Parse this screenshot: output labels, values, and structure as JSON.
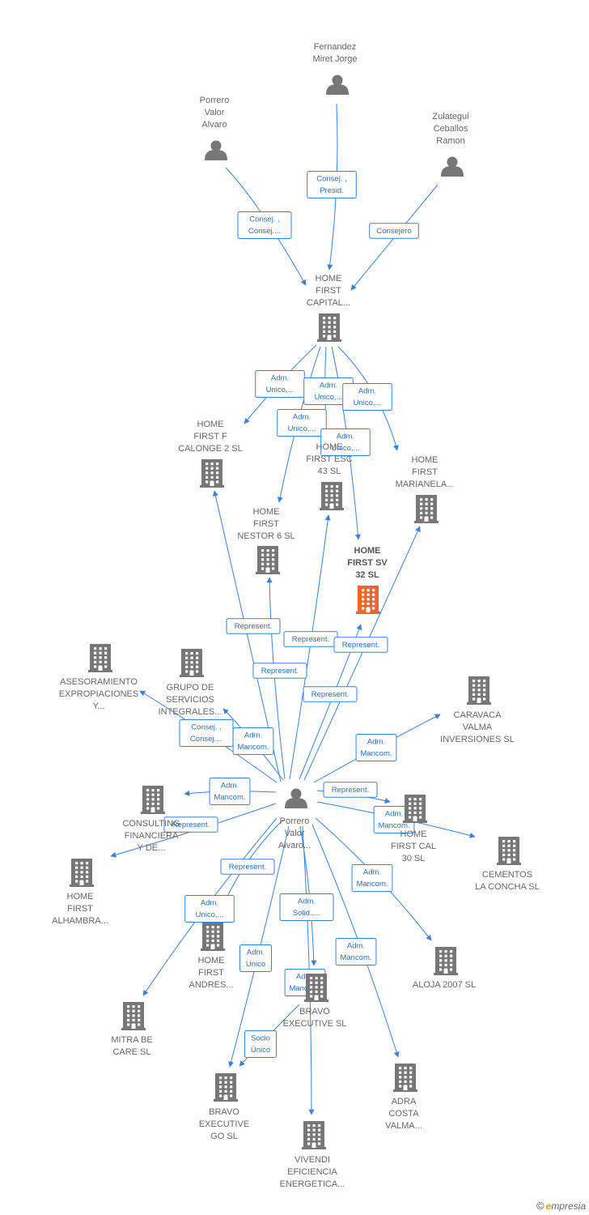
{
  "colors": {
    "edge": "#3b82d6",
    "node": "#777777",
    "focus": "#f0642d"
  },
  "nodes": [
    {
      "id": "fernandez",
      "kind": "person",
      "lines": [
        "Fernandez",
        "Miret Jorge"
      ]
    },
    {
      "id": "porrero_top",
      "kind": "person",
      "lines": [
        "Porrero",
        "Valor",
        "Alvaro"
      ]
    },
    {
      "id": "zulategui",
      "kind": "person",
      "lines": [
        "Zulategui",
        "Ceballos",
        "Ramon"
      ]
    },
    {
      "id": "capital",
      "kind": "company",
      "lines": [
        "HOME",
        "FIRST",
        "CAPITAL..."
      ]
    },
    {
      "id": "calonge",
      "kind": "company",
      "lines": [
        "HOME",
        "FIRST F",
        "CALONGE 2  SL"
      ]
    },
    {
      "id": "esc43",
      "kind": "company",
      "lines": [
        "HOME",
        "FIRST ESC",
        "43  SL"
      ]
    },
    {
      "id": "marianela",
      "kind": "company",
      "lines": [
        "HOME",
        "FIRST",
        "MARIANELA..."
      ]
    },
    {
      "id": "nestor",
      "kind": "company",
      "lines": [
        "HOME",
        "FIRST",
        "NESTOR 6  SL"
      ]
    },
    {
      "id": "sv32",
      "kind": "focus",
      "lines": [
        "HOME",
        "FIRST SV",
        "32  SL"
      ]
    },
    {
      "id": "asesoramiento",
      "kind": "company",
      "lines": [
        "ASESORAMIENTO",
        "EXPROPIACIONES",
        "Y..."
      ]
    },
    {
      "id": "grupo",
      "kind": "company",
      "lines": [
        "GRUPO DE",
        "SERVICIOS",
        "INTEGRALES..."
      ]
    },
    {
      "id": "caravaca",
      "kind": "company",
      "lines": [
        "CARAVACA",
        "VALMA",
        "INVERSIONES SL"
      ]
    },
    {
      "id": "porrero_main",
      "kind": "person",
      "lines": [
        "Porrero",
        "Valor",
        "Alvaro..."
      ]
    },
    {
      "id": "consult",
      "kind": "company",
      "lines": [
        "CONSULTING",
        "FINANCIERA",
        "Y DE..."
      ]
    },
    {
      "id": "cal30",
      "kind": "company",
      "lines": [
        "HOME",
        "FIRST CAL",
        "30  SL"
      ]
    },
    {
      "id": "cementos",
      "kind": "company",
      "lines": [
        "CEMENTOS",
        "LA CONCHA SL"
      ]
    },
    {
      "id": "alhambra",
      "kind": "company",
      "lines": [
        "HOME",
        "FIRST",
        "ALHAMBRA..."
      ]
    },
    {
      "id": "andres",
      "kind": "company",
      "lines": [
        "HOME",
        "FIRST",
        "ANDRES..."
      ]
    },
    {
      "id": "aloja",
      "kind": "company",
      "lines": [
        "ALOJA 2007 SL"
      ]
    },
    {
      "id": "bravo_exec",
      "kind": "company",
      "lines": [
        "BRAVO",
        "EXECUTIVE SL"
      ]
    },
    {
      "id": "mitra",
      "kind": "company",
      "lines": [
        "MITRA BE",
        "CARE  SL"
      ]
    },
    {
      "id": "bravo_go",
      "kind": "company",
      "lines": [
        "BRAVO",
        "EXECUTIVE",
        "GO  SL"
      ]
    },
    {
      "id": "adra",
      "kind": "company",
      "lines": [
        "ADRA",
        "COSTA",
        "VALMA..."
      ]
    },
    {
      "id": "vivendi",
      "kind": "company",
      "lines": [
        "VIVENDI",
        "EFICIENCIA",
        "ENERGETICA..."
      ]
    }
  ],
  "edges": [
    {
      "from": "fernandez",
      "to": "capital",
      "lines": [
        "Consej. ,",
        "Presid."
      ]
    },
    {
      "from": "porrero_top",
      "to": "capital",
      "lines": [
        "Consej. ,",
        "Consej...."
      ]
    },
    {
      "from": "zulategui",
      "to": "capital",
      "lines": [
        "Consejero"
      ]
    },
    {
      "from": "capital",
      "to": "calonge",
      "lines": [
        "Adm.",
        "Unico,..."
      ]
    },
    {
      "from": "capital",
      "to": "esc43",
      "lines": [
        "Adm.",
        "Unico,..."
      ]
    },
    {
      "from": "capital",
      "to": "marianela",
      "lines": [
        "Adm.",
        "Unico,..."
      ]
    },
    {
      "from": "capital",
      "to": "nestor",
      "lines": [
        "Adm.",
        "Unico,..."
      ]
    },
    {
      "from": "capital",
      "to": "sv32",
      "lines": [
        "Adm.",
        "Unico,..."
      ]
    },
    {
      "from": "porrero_main",
      "to": "calonge",
      "lines": [
        "Represent."
      ]
    },
    {
      "from": "porrero_main",
      "to": "esc43",
      "lines": [
        "Represent."
      ]
    },
    {
      "from": "porrero_main",
      "to": "sv32",
      "lines": [
        "Represent."
      ]
    },
    {
      "from": "porrero_main",
      "to": "nestor",
      "lines": [
        "Represent."
      ]
    },
    {
      "from": "porrero_main",
      "to": "marianela",
      "lines": [
        "Represent."
      ]
    },
    {
      "from": "porrero_main",
      "to": "asesoramiento",
      "lines": [
        "Consej. ,",
        "Consej...."
      ]
    },
    {
      "from": "porrero_main",
      "to": "grupo",
      "lines": [
        "Adm.",
        "Mancom."
      ]
    },
    {
      "from": "porrero_main",
      "to": "caravaca",
      "lines": [
        "Adm.",
        "Mancom."
      ]
    },
    {
      "from": "porrero_main",
      "to": "consult",
      "lines": [
        "Adm.",
        "Mancom."
      ]
    },
    {
      "from": "porrero_main",
      "to": "cal30",
      "lines": [
        "Represent."
      ]
    },
    {
      "from": "porrero_main",
      "to": "cementos",
      "lines": [
        "Adm.",
        "Mancom."
      ]
    },
    {
      "from": "porrero_main",
      "to": "alhambra",
      "lines": [
        "Represent."
      ]
    },
    {
      "from": "porrero_main",
      "to": "aloja",
      "lines": [
        "Adm.",
        "Mancom."
      ]
    },
    {
      "from": "porrero_main",
      "to": "andres",
      "lines": [
        "Represent."
      ]
    },
    {
      "from": "porrero_main",
      "to": "mitra",
      "lines": [
        "Adm.",
        "Unico,..."
      ]
    },
    {
      "from": "porrero_main",
      "to": "bravo_exec",
      "lines": [
        "Adm.",
        "Solid.,..."
      ]
    },
    {
      "from": "porrero_main",
      "to": "bravo_go",
      "lines": [
        "Adm.",
        "Unico"
      ]
    },
    {
      "from": "porrero_main",
      "to": "vivendi",
      "lines": [
        "Adm.",
        "Mancom."
      ]
    },
    {
      "from": "porrero_main",
      "to": "adra",
      "lines": [
        "Adm.",
        "Mancom."
      ]
    },
    {
      "from": "bravo_exec",
      "to": "bravo_go",
      "lines": [
        "Socio",
        "Único"
      ]
    }
  ],
  "brand": {
    "copyright": "©",
    "initial": "e",
    "rest": "mpresia"
  }
}
